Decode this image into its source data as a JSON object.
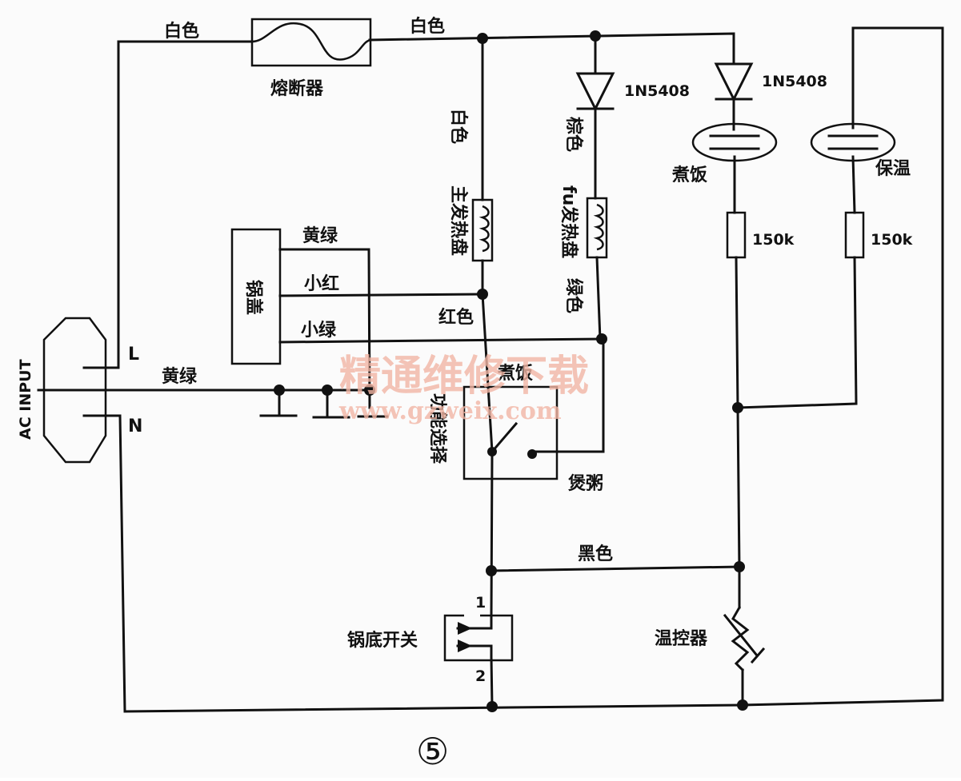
{
  "labels": {
    "white_left": "白色",
    "white_top": "白色",
    "fuse": "熔断器",
    "diode1": "1N5408",
    "diode2": "1N5408",
    "white_vert": "白色",
    "brown": "棕色",
    "cook_lamp": "煮饭",
    "warm_lamp": "保温",
    "main_heater": "主发热盘",
    "fu_heater": "fu发热盘",
    "r1": "150k",
    "r2": "150k",
    "lid": "锅盖",
    "yellow_green_top": "黄绿",
    "xiaohong": "小红",
    "xiaolv": "小绿",
    "red": "红色",
    "green": "绿色",
    "L": "L",
    "N": "N",
    "ac_input": "AC INPUT",
    "yellow_green_ground": "黄绿",
    "switch_cook": "煮饭",
    "func_select": "功能选择",
    "porridge": "煲粥",
    "black": "黑色",
    "pin1": "1",
    "pin2": "2",
    "bottom_switch": "锅底开关",
    "thermostat": "温控器",
    "figure_no": "⑤"
  },
  "watermark": {
    "cn": "精通维修下载",
    "url": "www.gzweix.com",
    "color": "#f2b6a5"
  }
}
